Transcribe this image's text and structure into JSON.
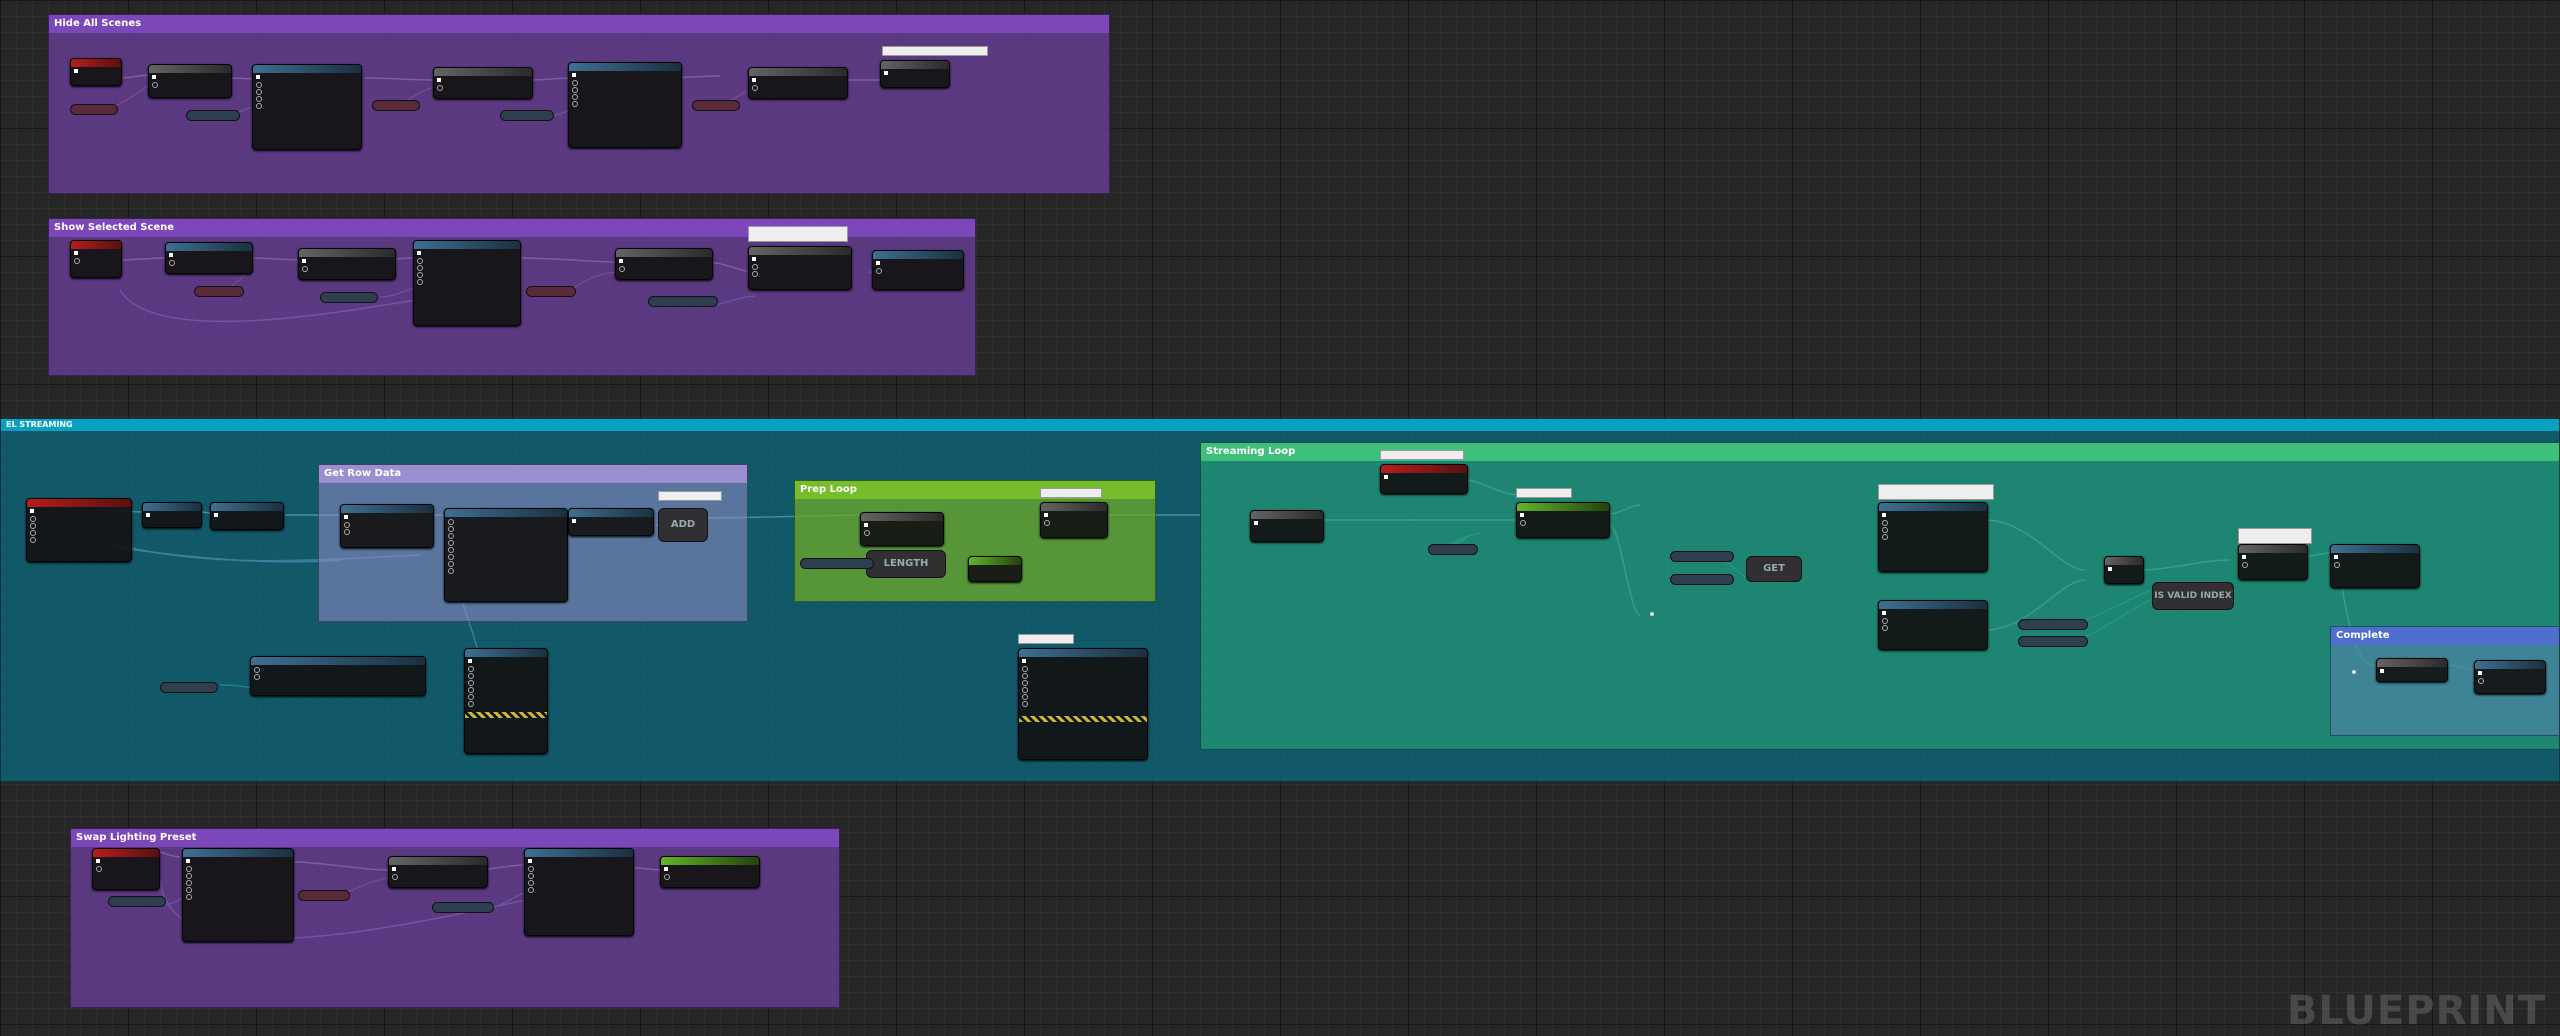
{
  "comments": {
    "hide_all": "Hide All Scenes",
    "show_selected": "Show Selected Scene",
    "level_streaming": "EL STREAMING",
    "get_row_data": "Get Row Data",
    "prep_loop": "Prep Loop",
    "streaming_loop": "Streaming Loop",
    "complete": "Complete",
    "swap_lighting": "Swap Lighting Preset"
  },
  "nodes": {
    "length": "LENGTH",
    "get": "GET",
    "is_valid_index": "IS VALID INDEX",
    "add": "ADD"
  },
  "watermark": "BLUEPRINT"
}
